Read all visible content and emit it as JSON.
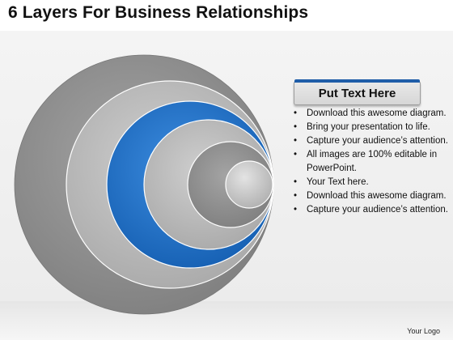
{
  "title": "6 Layers For Business Relationships",
  "header": {
    "label": "Put Text Here"
  },
  "bullets": [
    "Download this awesome diagram.",
    "Bring your presentation to life.",
    "Capture your audience’s attention.",
    "All images are 100% editable in PowerPoint.",
    "Your Text here.",
    "Download this awesome diagram.",
    "Capture your audience’s attention."
  ],
  "bullet_char": "•",
  "footer": {
    "logo": "Your Logo"
  },
  "colors": {
    "accent": "#1f6fc5",
    "ring_dark": "#8c8c8c",
    "ring_light": "#b8b8b8"
  }
}
